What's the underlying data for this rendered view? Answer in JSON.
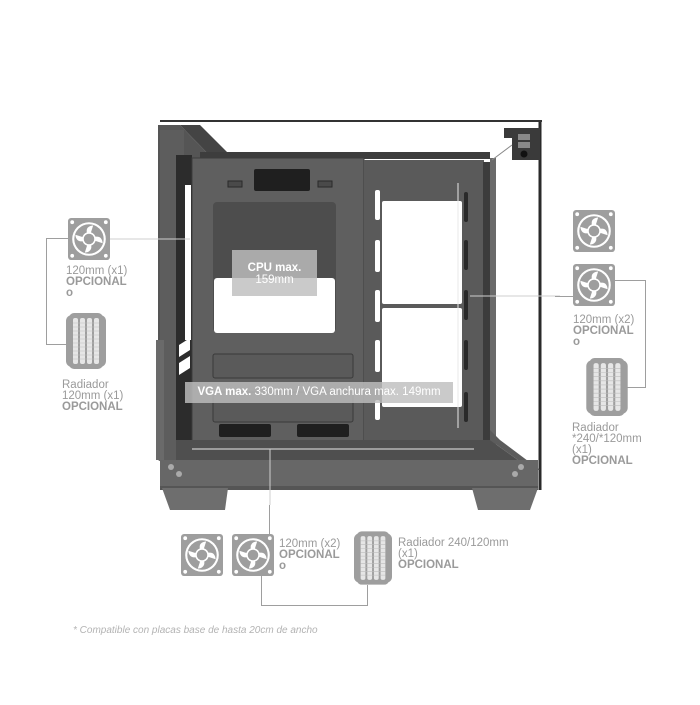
{
  "colors": {
    "icon_gray": "#9e9e9e",
    "label_gray": "#9a9a9a",
    "case_dark": "#4a4a4a",
    "case_mid": "#5e5e5e",
    "overlay_bg": "#c2c2c2",
    "note_gray": "#b3b3b3"
  },
  "left": {
    "fan": {
      "icon": "fan-icon",
      "size": "120mm (x1)",
      "tag": "OPCIONAL",
      "or": "o"
    },
    "radiator": {
      "icon": "radiator-icon",
      "title": "Radiador",
      "size": "120mm (x1)",
      "tag": "OPCIONAL"
    }
  },
  "right": {
    "fans": {
      "icon": "fan-icon",
      "count": 2,
      "size": "120mm (x2)",
      "tag": "OPCIONAL",
      "or": "o"
    },
    "radiator": {
      "icon": "radiator-icon",
      "title": "Radiador",
      "size": "*240/*120mm",
      "qty": "(x1)",
      "tag": "OPCIONAL"
    }
  },
  "bottom": {
    "fans": {
      "icon": "fan-icon",
      "count": 2,
      "size": "120mm (x2)",
      "tag": "OPCIONAL",
      "or": "o"
    },
    "radiator": {
      "icon": "radiator-icon",
      "title": "Radiador 240/120mm",
      "qty": "(x1)",
      "tag": "OPCIONAL"
    }
  },
  "overlays": {
    "cpu": {
      "line1": "CPU max.",
      "line2": "159mm"
    },
    "vga": {
      "bold": "VGA max.",
      "rest": " 330mm / VGA anchura max. 149mm"
    }
  },
  "footnote": "* Compatible con placas base de hasta 20cm de ancho"
}
